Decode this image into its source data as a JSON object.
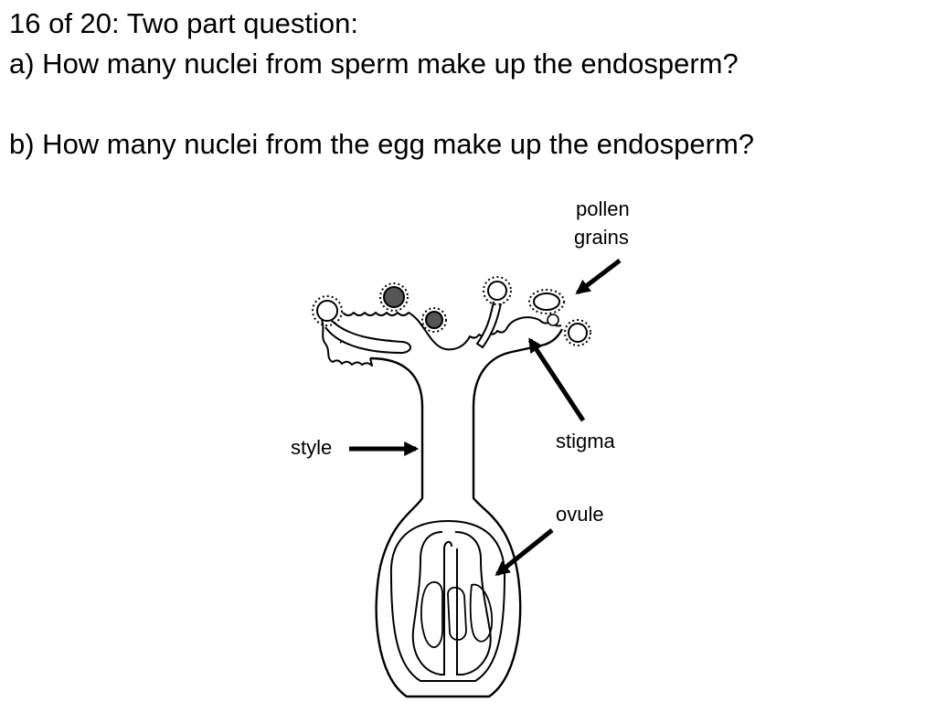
{
  "question": {
    "header": "16 of 20: Two part question:",
    "part_a": "a) How many nuclei from sperm make up the endosperm?",
    "part_b": "b) How many nuclei from the egg make up the endosperm?"
  },
  "diagram": {
    "labels": {
      "pollen_line1": "pollen",
      "pollen_line2": "grains",
      "stigma": "stigma",
      "style": "style",
      "ovule": "ovule"
    }
  },
  "colors": {
    "ink": "#000000",
    "pollen_fill": "#555555",
    "background": "#ffffff"
  }
}
